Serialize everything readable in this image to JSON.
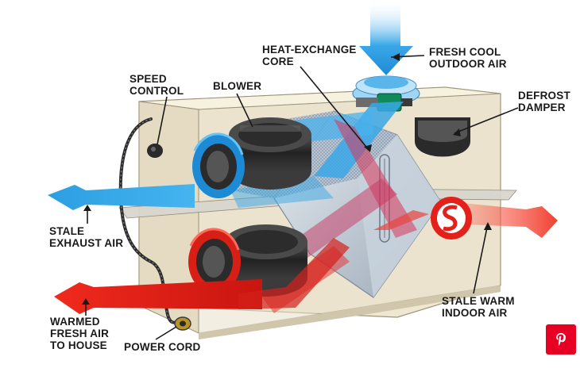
{
  "labels": {
    "speed_control": [
      "SPEED",
      "CONTROL"
    ],
    "blower": [
      "BLOWER"
    ],
    "heat_exchange_core": [
      "HEAT-EXCHANGE",
      "CORE"
    ],
    "fresh_cool_outdoor_air": [
      "FRESH COOL",
      "OUTDOOR AIR"
    ],
    "defrost_damper": [
      "DEFROST",
      "DAMPER"
    ],
    "stale_exhaust_air": [
      "STALE",
      "EXHAUST AIR"
    ],
    "warmed_fresh_air": [
      "WARMED",
      "FRESH AIR",
      "TO HOUSE"
    ],
    "power_cord": [
      "POWER CORD"
    ],
    "stale_warm_indoor_air": [
      "STALE WARM",
      "INDOOR AIR"
    ]
  },
  "colors": {
    "cool_air": "#2aa3e0",
    "warm_air": "#e8281e",
    "cabinet": "#ece4cf",
    "pin_button": "#e60023"
  },
  "icons": {
    "pin_button": "pinterest-icon"
  }
}
